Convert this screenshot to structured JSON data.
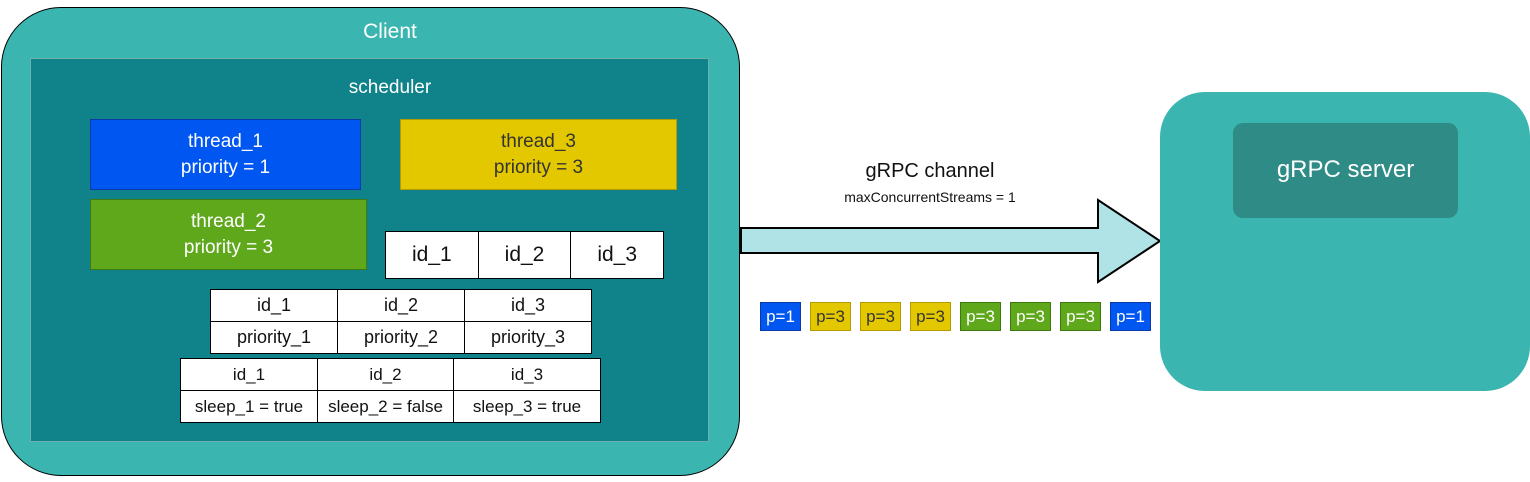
{
  "client": {
    "title": "Client",
    "scheduler": {
      "title": "scheduler",
      "threads": [
        {
          "name": "thread_1",
          "priority": "priority = 1",
          "color": "#0056f0"
        },
        {
          "name": "thread_3",
          "priority": "priority = 3",
          "color": "#e3c800"
        },
        {
          "name": "thread_2",
          "priority": "priority = 3",
          "color": "#5fa81c"
        }
      ],
      "id_queue": [
        "id_1",
        "id_2",
        "id_3"
      ],
      "priority_table": {
        "ids": [
          "id_1",
          "id_2",
          "id_3"
        ],
        "values": [
          "priority_1",
          "priority_2",
          "priority_3"
        ]
      },
      "sleep_table": {
        "ids": [
          "id_1",
          "id_2",
          "id_3"
        ],
        "values": [
          "sleep_1 = true",
          "sleep_2 = false",
          "sleep_3 = true"
        ]
      }
    }
  },
  "channel": {
    "title": "gRPC channel",
    "subtitle": "maxConcurrentStreams = 1",
    "requests": [
      {
        "label": "p=1",
        "color": "#0056f0"
      },
      {
        "label": "p=3",
        "color": "#e3c800"
      },
      {
        "label": "p=3",
        "color": "#e3c800"
      },
      {
        "label": "p=3",
        "color": "#e3c800"
      },
      {
        "label": "p=3",
        "color": "#5fa81c"
      },
      {
        "label": "p=3",
        "color": "#5fa81c"
      },
      {
        "label": "p=3",
        "color": "#5fa81c"
      },
      {
        "label": "p=1",
        "color": "#0056f0"
      }
    ]
  },
  "server": {
    "title": "gRPC server"
  }
}
